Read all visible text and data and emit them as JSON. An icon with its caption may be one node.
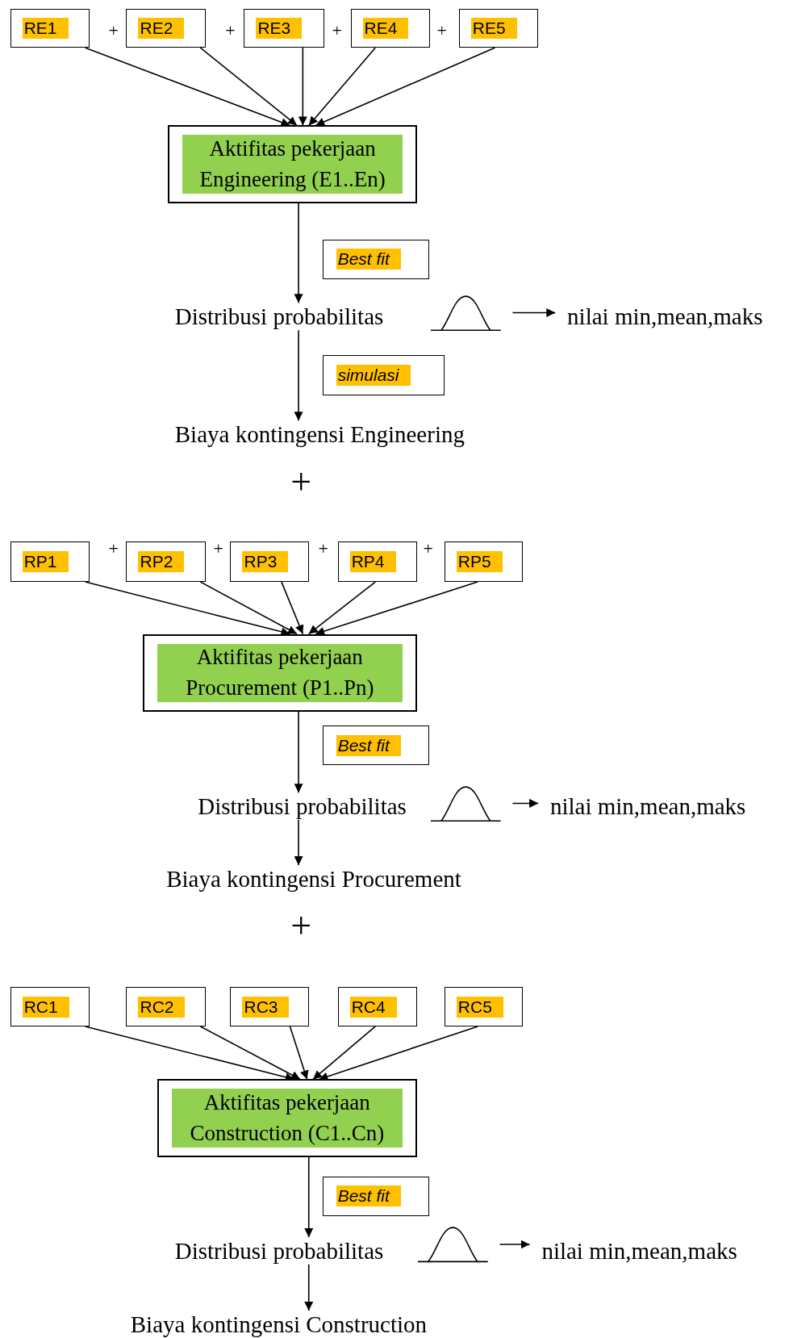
{
  "diagram": {
    "nodes": [
      {
        "text": [
          "RE1"
        ]
      },
      {
        "text": [
          "RE2"
        ]
      },
      {
        "text": [
          "RE3"
        ]
      },
      {
        "text": [
          "RE4"
        ]
      },
      {
        "text": [
          "RE5"
        ]
      },
      {
        "text": [
          "Aktifitas pekerjaan Engineering (E1..En)"
        ]
      },
      {
        "text": [
          "Best fit"
        ]
      },
      {
        "text": [
          "Distribusi probabilitas"
        ]
      },
      {
        "text": [],
        "shape": "picture"
      },
      {
        "text": [
          "nilai min,mean,maks"
        ]
      },
      {
        "text": [
          "simulasi"
        ]
      },
      {
        "text": [
          "Biaya kontingensi Engineering"
        ]
      },
      {
        "text": [
          "RP1"
        ]
      },
      {
        "text": [
          "RP2"
        ]
      },
      {
        "text": [
          "RP3"
        ]
      },
      {
        "text": [
          "RP4"
        ]
      },
      {
        "text": [
          "RP5"
        ]
      },
      {
        "text": [
          "Aktifitas pekerjaan Procurement (P1..Pn)"
        ]
      },
      {
        "text": [
          "Best fit"
        ]
      },
      {
        "text": [
          "Distribusi probabilitas"
        ]
      },
      {
        "text": [],
        "shape": "picture"
      },
      {
        "text": [
          "nilai min,mean,maks"
        ]
      },
      {
        "text": [
          "Biaya kontingensi Procurement"
        ]
      },
      {
        "text": [
          "RC1"
        ]
      },
      {
        "text": [
          "RC2"
        ]
      },
      {
        "text": [
          "RC3"
        ]
      },
      {
        "text": [
          "RC4"
        ]
      },
      {
        "text": [
          "RC5"
        ]
      },
      {
        "text": [
          "Aktifitas pekerjaan Construction (C1..Cn)"
        ]
      },
      {
        "text": [
          "Best fit"
        ]
      },
      {
        "text": [
          "Distribusi probabilitas"
        ]
      },
      {
        "text": [],
        "shape": "picture"
      },
      {
        "text": [
          "nilai min,mean,maks"
        ]
      },
      {
        "text": [
          "Biaya kontingensi Construction"
        ]
      }
    ],
    "edges": [
      {
        "from": 0,
        "to": 5,
        "arrow": "to"
      },
      {
        "from": 1,
        "to": 5,
        "arrow": "to"
      },
      {
        "from": 2,
        "to": 5,
        "arrow": "to"
      },
      {
        "from": 3,
        "to": 5,
        "arrow": "to"
      },
      {
        "from": 4,
        "to": 5,
        "arrow": "to"
      },
      {
        "from": 5,
        "to": 7,
        "arrow": "to"
      },
      {
        "from": 7,
        "to": 11,
        "arrow": "to"
      },
      {
        "from": 8,
        "to": 9,
        "arrow": "to"
      },
      {
        "from": 12,
        "to": 17,
        "arrow": "to"
      },
      {
        "from": 13,
        "to": 17,
        "arrow": "to"
      },
      {
        "from": 14,
        "to": 17,
        "arrow": "to"
      },
      {
        "from": 15,
        "to": 17,
        "arrow": "to"
      },
      {
        "from": 16,
        "to": 17,
        "arrow": "to"
      },
      {
        "from": 17,
        "to": 19,
        "arrow": "to"
      },
      {
        "from": 19,
        "to": 22,
        "arrow": "to"
      },
      {
        "from": 20,
        "to": 21,
        "arrow": "to"
      },
      {
        "from": 23,
        "to": 28,
        "arrow": "to"
      },
      {
        "from": 24,
        "to": 28,
        "arrow": "to"
      },
      {
        "from": 25,
        "to": 28,
        "arrow": "to"
      },
      {
        "from": 26,
        "to": 28,
        "arrow": "to"
      },
      {
        "from": 27,
        "to": 28,
        "arrow": "to"
      },
      {
        "from": 28,
        "to": 30,
        "arrow": "to"
      },
      {
        "from": 30,
        "to": 33,
        "arrow": "to"
      },
      {
        "from": 31,
        "to": 32,
        "arrow": "to"
      }
    ],
    "labels": [
      "+",
      "+",
      "+",
      "+",
      "+",
      "+",
      "+",
      "+",
      "+",
      "+"
    ]
  }
}
